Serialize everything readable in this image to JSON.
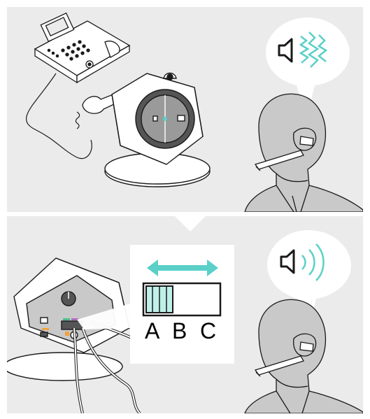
{
  "colors": {
    "panel_bg": "#ebebeb",
    "accent_cyan": "#5ad0c8",
    "ink": "#1a1a1a",
    "skin_gray": "#c9c9c9",
    "marker_orange": "#f2a13c",
    "marker_green": "#4cc08a",
    "marker_purple": "#b06cc0"
  },
  "top_panel": {
    "icons": [
      "desk-phone-icon",
      "headset-base-station-icon",
      "speaker-noise-icon",
      "person-with-headset-icon"
    ]
  },
  "bottom_panel": {
    "icons": [
      "base-station-rear-icon",
      "double-arrow-icon",
      "speaker-clear-sound-icon",
      "person-with-headset-icon"
    ],
    "switch": {
      "labels": [
        "A",
        "B",
        "C"
      ],
      "selected": "A"
    }
  }
}
